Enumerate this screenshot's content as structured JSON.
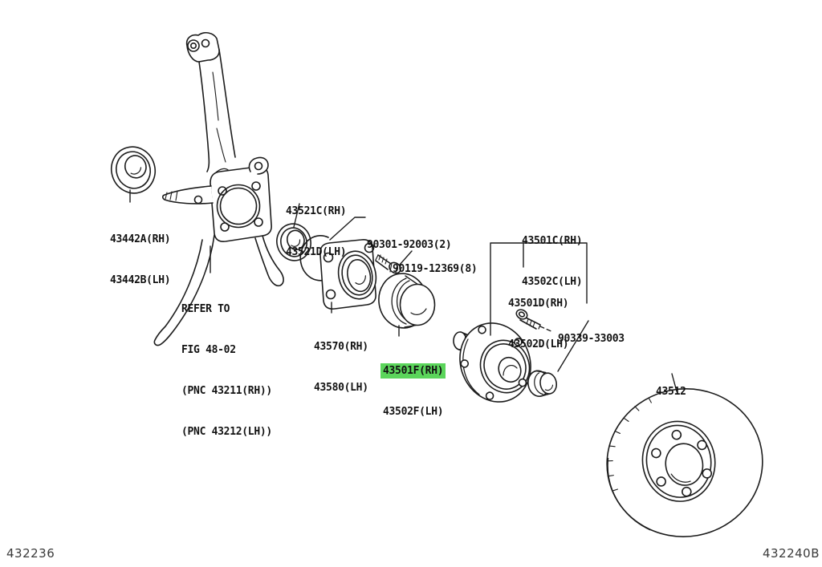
{
  "page": {
    "background_color": "#ffffff",
    "line_color": "#1c1c1c",
    "highlight_color": "#5bd55b",
    "figure_code_left": "432236",
    "figure_code_right": "432240B"
  },
  "callouts": {
    "grease_seal": {
      "lines": [
        "43442A(RH)",
        "43442B(LH)"
      ]
    },
    "knuckle_note": {
      "lines": [
        "REFER TO",
        "FIG 48-02",
        "(PNC 43211(RH))",
        "(PNC 43212(LH))"
      ]
    },
    "inner_oil_seal": {
      "lines": [
        "43521C(RH)",
        "43521D(LH)"
      ]
    },
    "o_ring": {
      "lines": [
        "90301-92003(2)"
      ]
    },
    "hub_bolt": {
      "lines": [
        "90119-12369(8)"
      ]
    },
    "hub_bearing": {
      "lines": [
        "43570(RH)",
        "43580(LH)"
      ]
    },
    "dust_deflector": {
      "lines": [
        "43501F(RH)",
        "43502F(LH)"
      ]
    },
    "front_axle_hub": {
      "lines": [
        "43501C(RH)",
        "43502C(LH)"
      ]
    },
    "hub_stud": {
      "lines": [
        "43501D(RH)",
        "43502D(LH)"
      ]
    },
    "grease_cap": {
      "lines": [
        "90339-33003"
      ]
    },
    "brake_disc": {
      "lines": [
        "43512"
      ]
    }
  }
}
